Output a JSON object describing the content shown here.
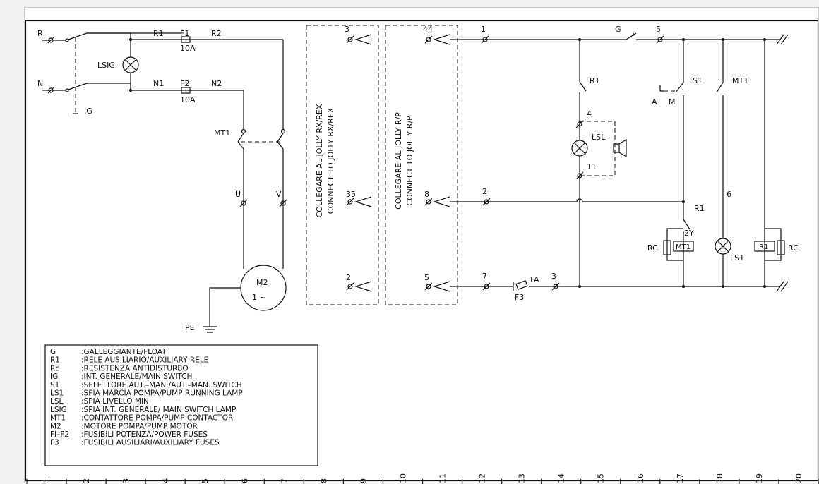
{
  "labels": {
    "R": "R",
    "N": "N",
    "IG": "IG",
    "LSIG": "LSIG",
    "R1_top": "R1",
    "F1": "F1",
    "F1_rating": "10A",
    "R2": "R2",
    "N1": "N1",
    "F2": "F2",
    "F2_rating": "10A",
    "N2": "N2",
    "MT1_left": "MT1",
    "U": "U",
    "V": "V",
    "M2": "M2",
    "M2_phase": "1 ~",
    "PE": "PE",
    "t3": "3",
    "t35": "35",
    "t2": "2",
    "t44": "44",
    "t8": "8",
    "t5": "5",
    "w1": "1",
    "w2": "2",
    "w7": "7",
    "w3": "3",
    "w5": "5",
    "G": "G",
    "R1_right": "R1",
    "LSL": "LSL",
    "n4": "4",
    "n11": "11",
    "S1": "S1",
    "A": "A",
    "M": "M",
    "MT1_right": "MT1",
    "R1_coil_contact": "R1",
    "n2Y": "2Y",
    "RC_left": "RC",
    "MT1_coil": "MT1",
    "LS1": "LS1",
    "n6": "6",
    "R1_coil": "R1",
    "RC_right": "RC",
    "F3": "F3",
    "F3_rating": "1A"
  },
  "jolly_boxes": [
    {
      "line1": "COLLEGARE AL JOLLY RX/REX",
      "line2": "CONNECT TO JOLLY RX/REX"
    },
    {
      "line1": "COLLEGARE AL JOLLY R/P",
      "line2": "CONNECT TO JOLLY R/P"
    }
  ],
  "legend": [
    {
      "code": "G",
      "desc": ":GALLEGGIANTE/FLOAT"
    },
    {
      "code": "R1",
      "desc": ":RELE AUSILIARIO/AUXILIARY RELE"
    },
    {
      "code": "Rc",
      "desc": ":RESISTENZA ANTIDISTURBO"
    },
    {
      "code": "IG",
      "desc": ":INT. GENERALE/MAIN SWITCH"
    },
    {
      "code": "S1",
      "desc": ":SELETTORE AUT.–MAN./AUT.–MAN. SWITCH"
    },
    {
      "code": "LS1",
      "desc": ":SPIA MARCIA POMPA/PUMP RUNNING LAMP"
    },
    {
      "code": "LSL",
      "desc": ":SPIA LIVELLO MIN"
    },
    {
      "code": "LSIG",
      "desc": ":SPIA INT. GENERALE/ MAIN SWITCH LAMP"
    },
    {
      "code": "MT1",
      "desc": ":CONTATTORE POMPA/PUMP CONTACTOR"
    },
    {
      "code": "M2",
      "desc": ":MOTORE POMPA/PUMP MOTOR"
    },
    {
      "code": "FI–F2",
      "desc": ":FUSIBILI POTENZA/POWER FUSES"
    },
    {
      "code": "F3",
      "desc": ":FUSIBILI AUSILIARI/AUXILIARY FUSES"
    }
  ],
  "ruler": [
    "1",
    "2",
    "3",
    "4",
    "5",
    "6",
    "7",
    "8",
    "9",
    "10",
    "11",
    "12",
    "13",
    "14",
    "15",
    "16",
    "17",
    "18",
    "19",
    "20"
  ]
}
